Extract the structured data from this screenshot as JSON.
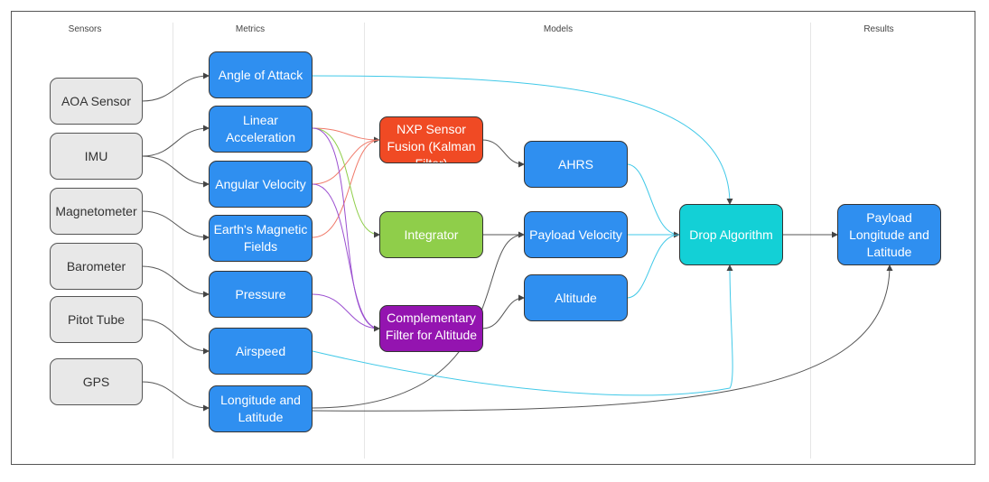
{
  "columns": {
    "sensors": "Sensors",
    "metrics": "Metrics",
    "models": "Models",
    "results": "Results"
  },
  "sensors": {
    "aoa": "AOA Sensor",
    "imu": "IMU",
    "magnetometer": "Magnetometer",
    "barometer": "Barometer",
    "pitot": "Pitot Tube",
    "gps": "GPS"
  },
  "metrics": {
    "angle_of_attack": "Angle of Attack",
    "linear_acceleration": "Linear Acceleration",
    "angular_velocity": "Angular Velocity",
    "magnetic_fields": "Earth's Magnetic Fields",
    "pressure": "Pressure",
    "airspeed": "Airspeed",
    "longitude_latitude": "Longitude and Latitude"
  },
  "models": {
    "nxp_fusion": "NXP Sensor Fusion (Kalman Filter)",
    "integrator": "Integrator",
    "complementary": "Complementary Filter for Altitude",
    "ahrs": "AHRS",
    "payload_velocity": "Payload Velocity",
    "altitude": "Altitude",
    "drop_algorithm": "Drop Algorithm"
  },
  "results": {
    "payload_position": "Payload Longitude and Latitude"
  },
  "colors": {
    "sensor": "#e8e8e8",
    "metric": "#2f8ff0",
    "nxp": "#f04a24",
    "integrator": "#8fce4a",
    "complementary": "#9414b0",
    "drop": "#13d0d6",
    "edge_gray": "#555555",
    "edge_cyan": "#41c9e8",
    "edge_red": "#f07a6a",
    "edge_green": "#8fce4a",
    "edge_purple": "#9b4fd0"
  }
}
